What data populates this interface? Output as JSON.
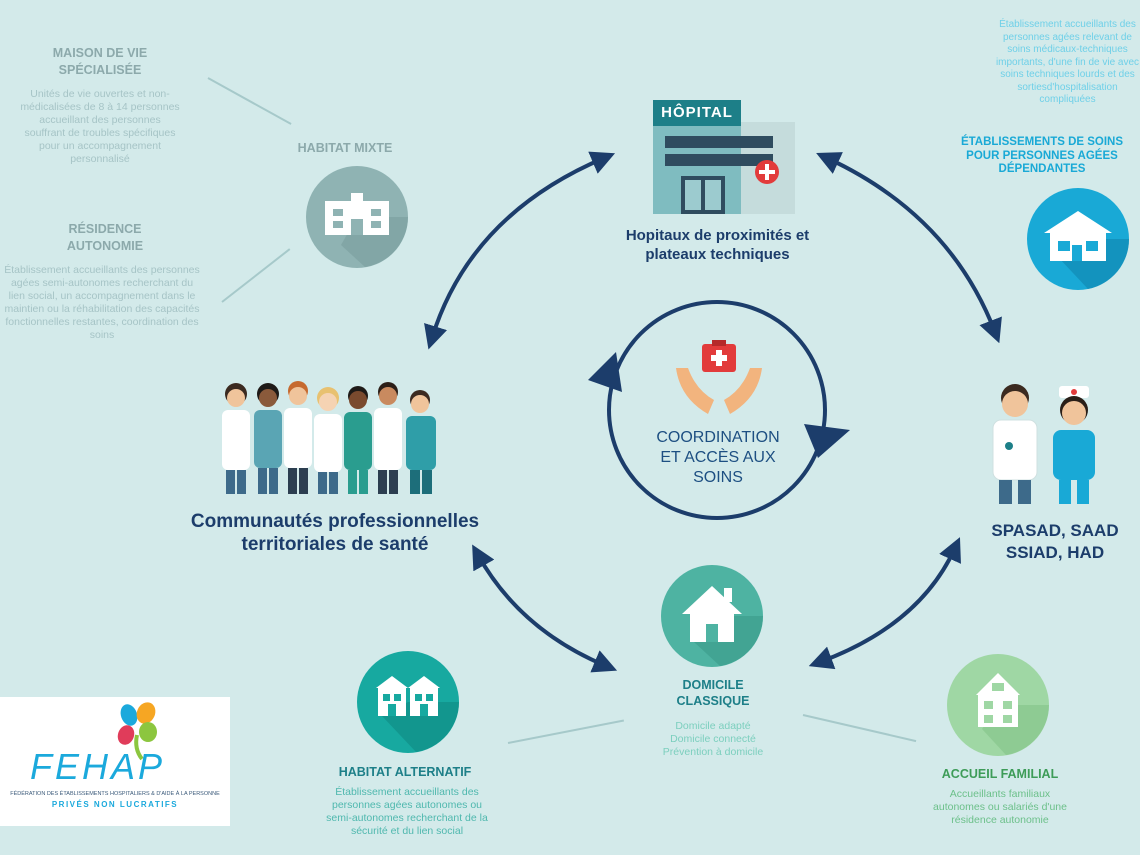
{
  "maison": {
    "title": "MAISON DE VIE SPÉCIALISÉE",
    "body": "Unités de vie ouvertes et non-médicalisées de 8 à 14 personnes accueillant des personnes souffrant de troubles spécifiques pour un accompagnement personnalisé"
  },
  "residence": {
    "title": "RÉSIDENCE AUTONOMIE",
    "body": "Établissement accueillants des personnes agées semi-autonomes recherchant du lien social, un accompagnement dans le maintien ou la réhabilitation des capacités fonctionnelles restantes, coordination des soins"
  },
  "habitat_mixte": {
    "title": "HABITAT MIXTE",
    "icon": "building-icon"
  },
  "hopital": {
    "sign": "HÔPITAL",
    "title": "Hopitaux de proximités et plateaux techniques",
    "icon": "hospital-icon"
  },
  "etablissements": {
    "body": "Établissement accueillants des personnes agées relevant de soins médicaux-techniques importants, d'une fin de vie avec soins techniques lourds et des sortiesd'hospitalisation compliquées",
    "title": "ÉTABLISSEMENTS DE SOINS POUR PERSONNES AGÉES DÉPENDANTES",
    "icon": "home-icon"
  },
  "center": {
    "label": "COORDINATION ET ACCÈS AUX SOINS",
    "icon": "first-aid-kit-icon"
  },
  "communautes": {
    "title": "Communautés professionnelles territoriales de santé",
    "icon": "professionals-group-icon"
  },
  "spasad": {
    "title": "SPASAD, SAAD SSIAD, HAD",
    "icon": "doctor-nurse-icon"
  },
  "domicile": {
    "title": "DOMICILE CLASSIQUE",
    "lines": [
      "Domicile adapté",
      "Domicile connecté",
      "Prévention à domicile"
    ],
    "icon": "house-icon"
  },
  "habitat_alt": {
    "title": "HABITAT ALTERNATIF",
    "body": "Établissement accueillants des personnes agées autonomes ou semi-autonomes recherchant de la sécurité et du lien social",
    "icon": "townhouses-icon"
  },
  "accueil": {
    "title": "ACCUEIL FAMILIAL",
    "body": "Accueillants familiaux autonomes ou salariés d'une résidence autonomie",
    "icon": "family-house-icon"
  },
  "logo": {
    "name": "FEHAP",
    "line1": "FÉDÉRATION DES ÉTABLISSEMENTS HOSPITALIERS & D'AIDE À LA PERSONNE",
    "line2": "PRIVÉS NON LUCRATIFS"
  },
  "colors": {
    "background": "#d3eaea",
    "navy": "#1c3d6b",
    "teal": "#1d7f88",
    "cyan": "#19a9d6"
  }
}
